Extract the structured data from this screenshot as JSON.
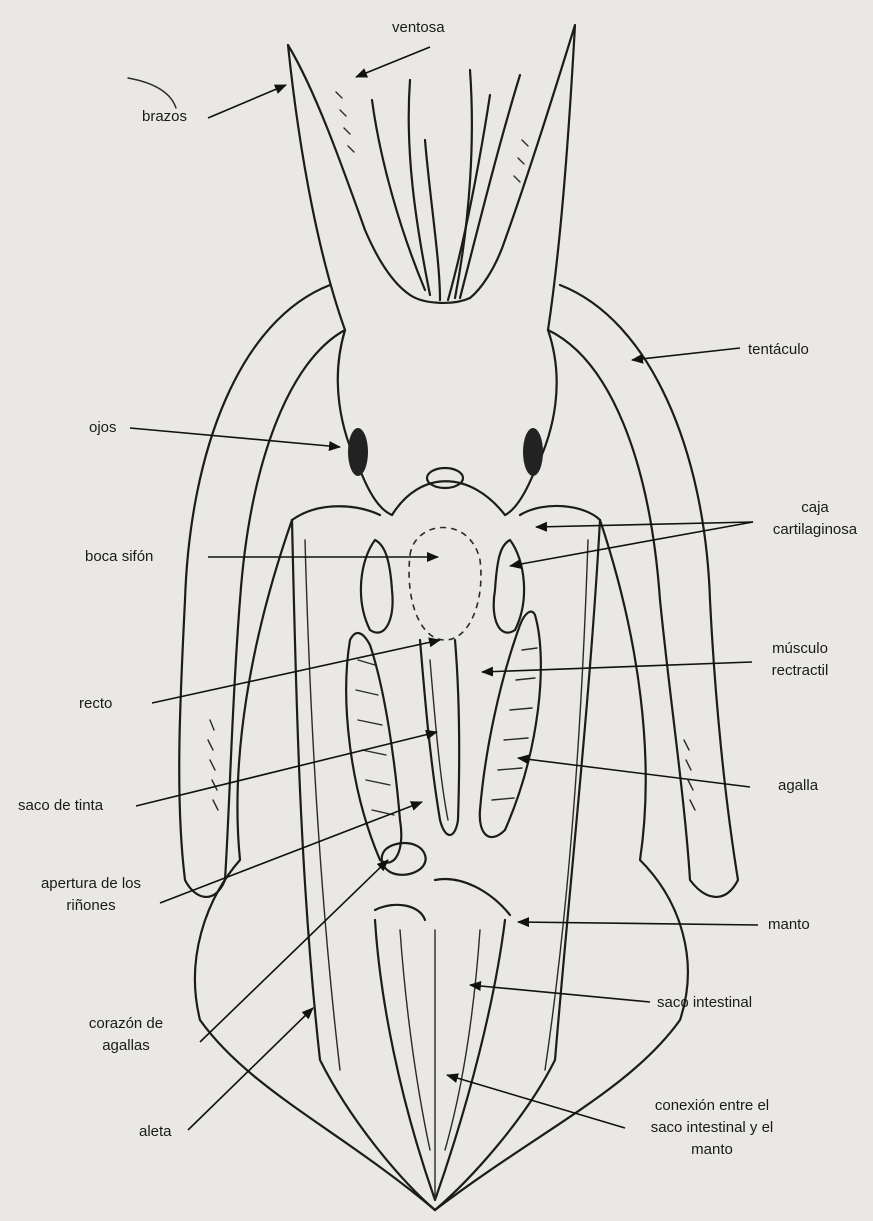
{
  "labels": {
    "ventosa": "ventosa",
    "brazos": "brazos",
    "tentaculo": "tentáculo",
    "ojos": "ojos",
    "caja_1": "caja",
    "caja_2": "cartilaginosa",
    "boca_sifon": "boca sifón",
    "musculo_1": "músculo",
    "musculo_2": "rectractil",
    "recto": "recto",
    "agalla": "agalla",
    "saco_tinta": "saco de tinta",
    "apertura_1": "apertura de los",
    "apertura_2": "riñones",
    "manto": "manto",
    "saco_intestinal": "saco intestinal",
    "corazon_1": "corazón de",
    "corazon_2": "agallas",
    "conexion_1": "conexión entre el",
    "conexion_2": "saco intestinal y el",
    "conexion_3": "manto",
    "aleta": "aleta"
  }
}
